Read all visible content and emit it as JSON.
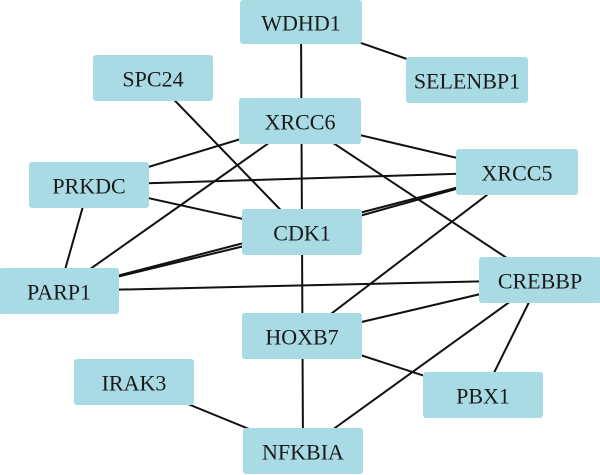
{
  "diagram": {
    "node_color": "#a8dbe4",
    "edge_color": "#111111",
    "nodes": [
      {
        "id": "WDHD1",
        "label": "WDHD1"
      },
      {
        "id": "SPC24",
        "label": "SPC24"
      },
      {
        "id": "SELENBP1",
        "label": "SELENBP1"
      },
      {
        "id": "XRCC6",
        "label": "XRCC6"
      },
      {
        "id": "PRKDC",
        "label": "PRKDC"
      },
      {
        "id": "XRCC5",
        "label": "XRCC5"
      },
      {
        "id": "CDK1",
        "label": "CDK1"
      },
      {
        "id": "PARP1",
        "label": "PARP1"
      },
      {
        "id": "CREBBP",
        "label": "CREBBP"
      },
      {
        "id": "HOXB7",
        "label": "HOXB7"
      },
      {
        "id": "IRAK3",
        "label": "IRAK3"
      },
      {
        "id": "PBX1",
        "label": "PBX1"
      },
      {
        "id": "NFKBIA",
        "label": "NFKBIA"
      }
    ],
    "edges": [
      [
        "WDHD1",
        "SELENBP1"
      ],
      [
        "WDHD1",
        "NFKBIA"
      ],
      [
        "SPC24",
        "CDK1"
      ],
      [
        "XRCC6",
        "PRKDC"
      ],
      [
        "XRCC6",
        "PARP1"
      ],
      [
        "XRCC6",
        "XRCC5"
      ],
      [
        "XRCC6",
        "CREBBP"
      ],
      [
        "PRKDC",
        "XRCC5"
      ],
      [
        "PRKDC",
        "CDK1"
      ],
      [
        "PRKDC",
        "PARP1"
      ],
      [
        "XRCC5",
        "CDK1"
      ],
      [
        "XRCC5",
        "PARP1"
      ],
      [
        "XRCC5",
        "HOXB7"
      ],
      [
        "CDK1",
        "PARP1"
      ],
      [
        "PARP1",
        "CREBBP"
      ],
      [
        "CREBBP",
        "HOXB7"
      ],
      [
        "CREBBP",
        "PBX1"
      ],
      [
        "CREBBP",
        "NFKBIA"
      ],
      [
        "HOXB7",
        "PBX1"
      ],
      [
        "IRAK3",
        "NFKBIA"
      ]
    ]
  }
}
